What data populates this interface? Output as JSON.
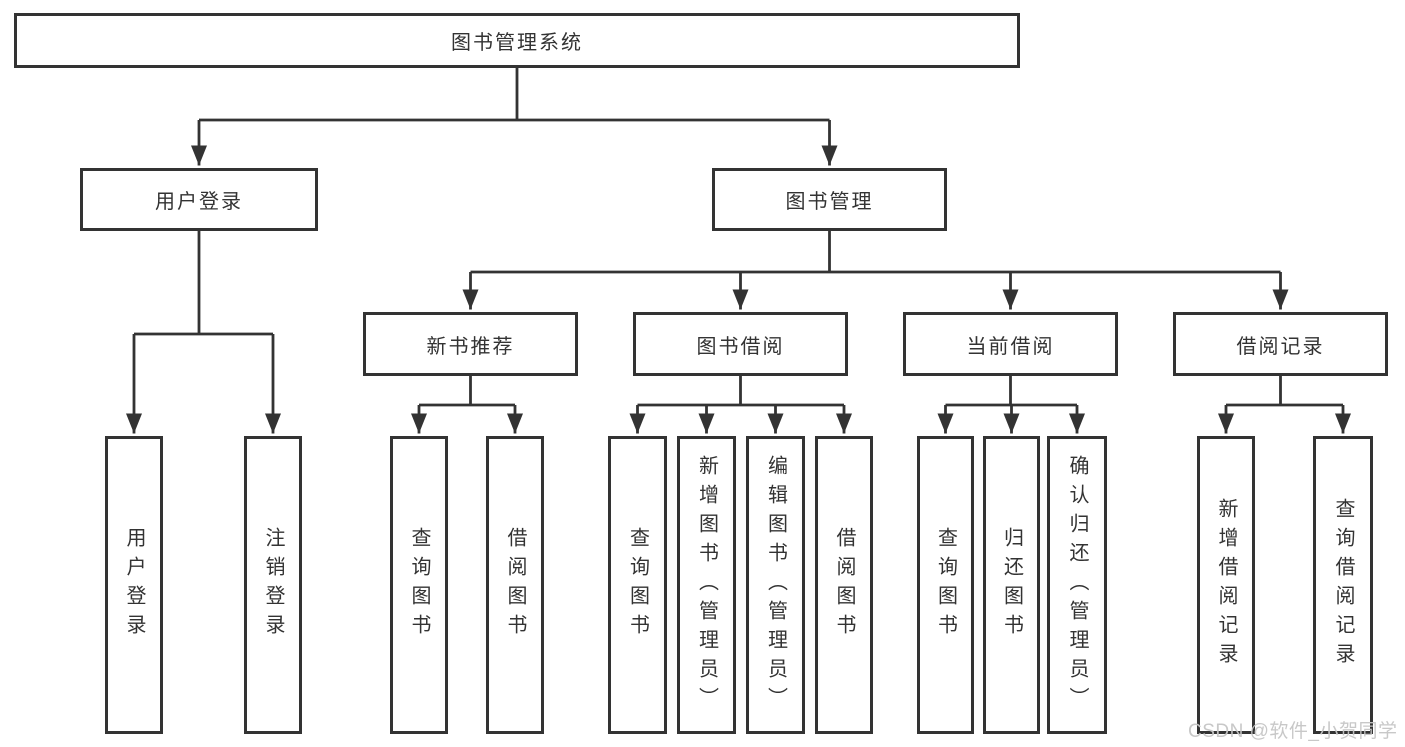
{
  "diagram": {
    "root": {
      "label": "图书管理系统"
    },
    "level2": {
      "user_login": {
        "label": "用户登录"
      },
      "book_mgmt": {
        "label": "图书管理"
      }
    },
    "level3": {
      "new_book_rec": {
        "label": "新书推荐"
      },
      "book_borrow": {
        "label": "图书借阅"
      },
      "current_borrow": {
        "label": "当前借阅"
      },
      "borrow_records": {
        "label": "借阅记录"
      }
    },
    "leaves": {
      "ul_login": {
        "label": "用户登录"
      },
      "ul_logout": {
        "label": "注销登录"
      },
      "nbr_query": {
        "label": "查询图书"
      },
      "nbr_borrow": {
        "label": "借阅图书"
      },
      "bb_query": {
        "label": "查询图书"
      },
      "bb_add": {
        "label": "新增图书（管理员）"
      },
      "bb_edit": {
        "label": "编辑图书（管理员）"
      },
      "bb_borrow": {
        "label": "借阅图书"
      },
      "cb_query": {
        "label": "查询图书"
      },
      "cb_return": {
        "label": "归还图书"
      },
      "cb_confirm": {
        "label": "确认归还（管理员）"
      },
      "br_add": {
        "label": "新增借阅记录"
      },
      "br_query": {
        "label": "查询借阅记录"
      }
    }
  },
  "watermark": {
    "text": "CSDN @软件_小贺同学"
  },
  "colors": {
    "line": "#333333",
    "box_border": "#333333",
    "text": "#333333",
    "watermark": "#c6c6c6",
    "background": "#ffffff"
  }
}
